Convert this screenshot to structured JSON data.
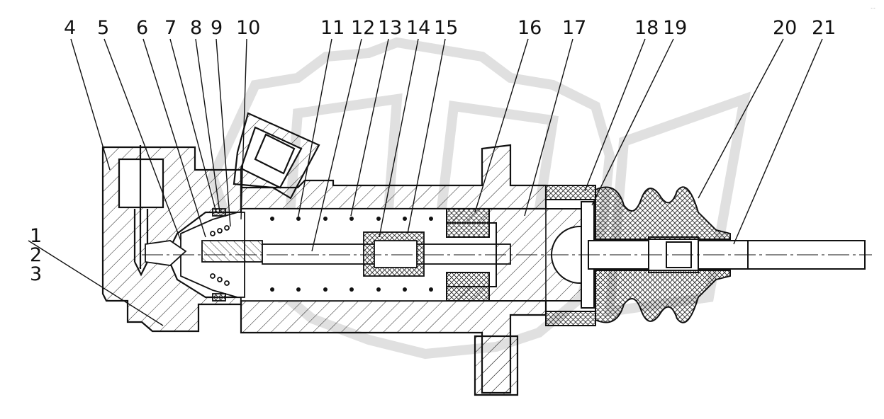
{
  "drawing": {
    "callouts_top": [
      "4",
      "5",
      "6",
      "7",
      "8",
      "9",
      "10",
      "11",
      "12",
      "13",
      "14",
      "15",
      "16",
      "17",
      "18",
      "19",
      "20",
      "21"
    ],
    "callouts_left": [
      "1",
      "2",
      "3"
    ],
    "watermark_mark": "…"
  },
  "colors": {
    "line": "#111111",
    "watermark": "#e3e3e3",
    "hatch": "#333333"
  }
}
